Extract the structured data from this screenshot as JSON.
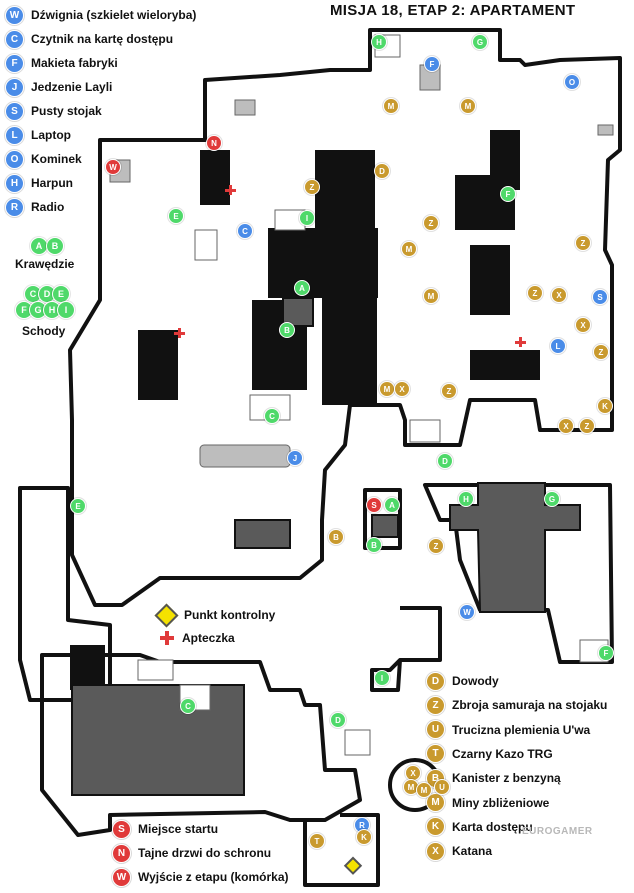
{
  "title": "MISJA 18, ETAP 2: APARTAMENT",
  "legend_top": [
    {
      "code": "W",
      "label": "Dźwignia (szkielet wieloryba)",
      "icon": "lever-icon",
      "color": "#4a8ce8"
    },
    {
      "code": "C",
      "label": "Czytnik na kartę dostępu",
      "icon": "card-reader-icon",
      "color": "#4a8ce8"
    },
    {
      "code": "F",
      "label": "Makieta fabryki",
      "icon": "factory-model-icon",
      "color": "#4a8ce8"
    },
    {
      "code": "J",
      "label": "Jedzenie Layli",
      "icon": "food-icon",
      "color": "#4a8ce8"
    },
    {
      "code": "S",
      "label": "Pusty stojak",
      "icon": "empty-stand-icon",
      "color": "#4a8ce8"
    },
    {
      "code": "L",
      "label": "Laptop",
      "icon": "laptop-icon",
      "color": "#4a8ce8"
    },
    {
      "code": "O",
      "label": "Kominek",
      "icon": "fireplace-icon",
      "color": "#4a8ce8"
    },
    {
      "code": "H",
      "label": "Harpun",
      "icon": "harpoon-icon",
      "color": "#4a8ce8"
    },
    {
      "code": "R",
      "label": "Radio",
      "icon": "radio-icon",
      "color": "#4a8ce8"
    }
  ],
  "edges": {
    "label": "Krawędzie",
    "codes": [
      "A",
      "B"
    ]
  },
  "stairs": {
    "label": "Schody",
    "row1": [
      "C",
      "D",
      "E"
    ],
    "row2": [
      "F",
      "G",
      "H",
      "I"
    ]
  },
  "legend_mid": [
    {
      "label": "Punkt kontrolny",
      "icon": "checkpoint-diamond-icon"
    },
    {
      "label": "Apteczka",
      "icon": "medkit-cross-icon"
    }
  ],
  "legend_items": [
    {
      "code": "D",
      "label": "Dowody",
      "color": "#c99a2e"
    },
    {
      "code": "Z",
      "label": "Zbroja samuraja na stojaku",
      "color": "#c99a2e"
    },
    {
      "code": "U",
      "label": "Trucizna plemienia U'wa",
      "color": "#c99a2e"
    },
    {
      "code": "T",
      "label": "Czarny Kazo TRG",
      "color": "#c99a2e"
    },
    {
      "code": "B",
      "label": "Kanister z benzyną",
      "color": "#c99a2e"
    },
    {
      "code": "M",
      "label": "Miny zbliżeniowe",
      "color": "#c99a2e"
    },
    {
      "code": "K",
      "label": "Karta dostępu",
      "color": "#c99a2e"
    },
    {
      "code": "X",
      "label": "Katana",
      "color": "#c99a2e"
    }
  ],
  "legend_bottom": [
    {
      "code": "S",
      "label": "Miejsce startu",
      "color": "#e03a3a"
    },
    {
      "code": "N",
      "label": "Tajne drzwi do schronu",
      "color": "#e03a3a"
    },
    {
      "code": "W",
      "label": "Wyjście z etapu (komórka)",
      "color": "#e03a3a"
    }
  ],
  "watermark": "EUROGAMER",
  "map_markers": [
    {
      "code": "H",
      "color": "#4fd96a"
    },
    {
      "code": "G",
      "color": "#4fd96a"
    },
    {
      "code": "F",
      "color": "#4a8ce8"
    },
    {
      "code": "O",
      "color": "#4a8ce8"
    },
    {
      "code": "M",
      "color": "#c99a2e"
    },
    {
      "code": "M",
      "color": "#c99a2e"
    },
    {
      "code": "N",
      "color": "#e03a3a"
    },
    {
      "code": "W",
      "color": "#e03a3a"
    },
    {
      "code": "D",
      "color": "#c99a2e"
    },
    {
      "code": "Z",
      "color": "#c99a2e"
    },
    {
      "code": "F",
      "color": "#4fd96a"
    },
    {
      "code": "E",
      "color": "#4fd96a"
    },
    {
      "code": "C",
      "color": "#4a8ce8"
    },
    {
      "code": "I",
      "color": "#4fd96a"
    },
    {
      "code": "Z",
      "color": "#c99a2e"
    },
    {
      "code": "M",
      "color": "#c99a2e"
    },
    {
      "code": "Z",
      "color": "#c99a2e"
    },
    {
      "code": "A",
      "color": "#4fd96a"
    },
    {
      "code": "M",
      "color": "#c99a2e"
    },
    {
      "code": "Z",
      "color": "#c99a2e"
    },
    {
      "code": "X",
      "color": "#c99a2e"
    },
    {
      "code": "S",
      "color": "#4a8ce8"
    },
    {
      "code": "B",
      "color": "#4fd96a"
    },
    {
      "code": "X",
      "color": "#c99a2e"
    },
    {
      "code": "L",
      "color": "#4a8ce8"
    },
    {
      "code": "Z",
      "color": "#c99a2e"
    },
    {
      "code": "M",
      "color": "#c99a2e"
    },
    {
      "code": "X",
      "color": "#c99a2e"
    },
    {
      "code": "Z",
      "color": "#c99a2e"
    },
    {
      "code": "K",
      "color": "#c99a2e"
    },
    {
      "code": "X",
      "color": "#c99a2e"
    },
    {
      "code": "Z",
      "color": "#c99a2e"
    },
    {
      "code": "C",
      "color": "#4fd96a"
    },
    {
      "code": "J",
      "color": "#4a8ce8"
    },
    {
      "code": "D",
      "color": "#4fd96a"
    },
    {
      "code": "S",
      "color": "#e03a3a"
    },
    {
      "code": "A",
      "color": "#4fd96a"
    },
    {
      "code": "B",
      "color": "#4fd96a"
    },
    {
      "code": "H",
      "color": "#4fd96a"
    },
    {
      "code": "G",
      "color": "#4fd96a"
    },
    {
      "code": "E",
      "color": "#4fd96a"
    },
    {
      "code": "Z",
      "color": "#c99a2e"
    },
    {
      "code": "B",
      "color": "#c99a2e"
    },
    {
      "code": "W",
      "color": "#4a8ce8"
    },
    {
      "code": "F",
      "color": "#4fd96a"
    },
    {
      "code": "I",
      "color": "#4fd96a"
    },
    {
      "code": "C",
      "color": "#4fd96a"
    },
    {
      "code": "D",
      "color": "#4fd96a"
    },
    {
      "code": "X",
      "color": "#c99a2e"
    },
    {
      "code": "M",
      "color": "#c99a2e"
    },
    {
      "code": "M",
      "color": "#c99a2e"
    },
    {
      "code": "U",
      "color": "#c99a2e"
    },
    {
      "code": "R",
      "color": "#4a8ce8"
    },
    {
      "code": "K",
      "color": "#c99a2e"
    },
    {
      "code": "T",
      "color": "#c99a2e"
    }
  ]
}
